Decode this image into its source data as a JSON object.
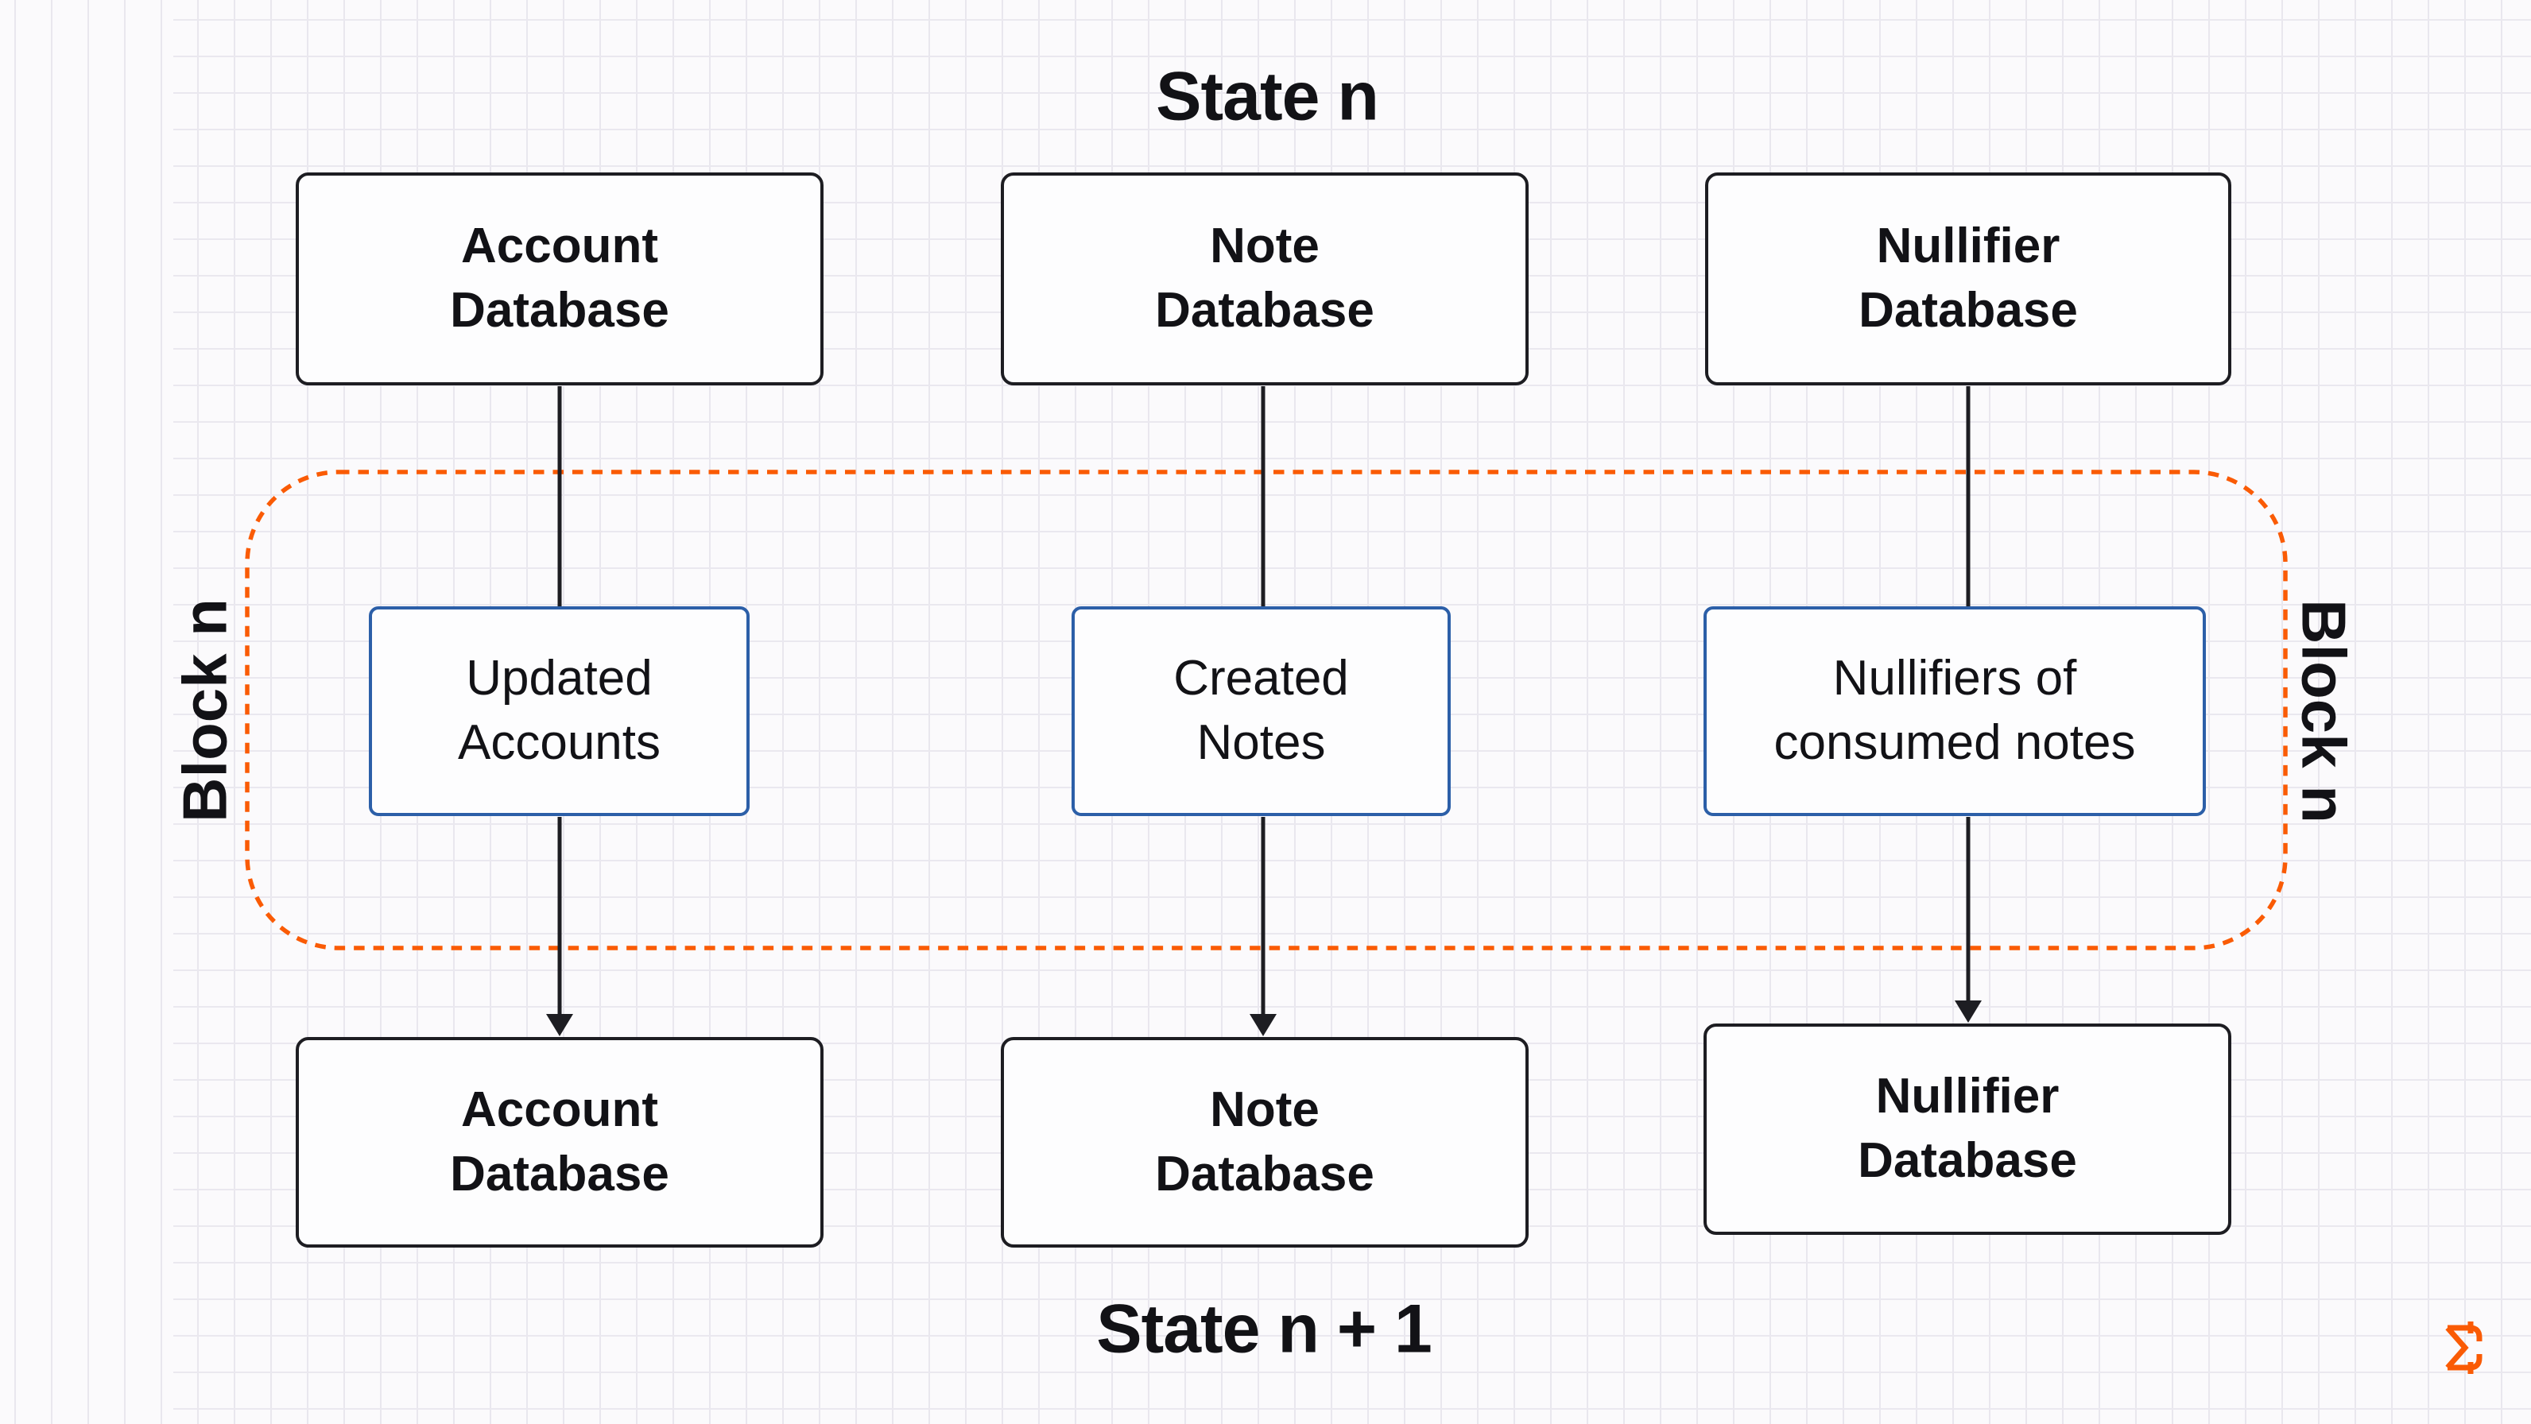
{
  "titles": {
    "top": "State n",
    "bottom": "State n + 1"
  },
  "block": {
    "left_label": "Block n",
    "right_label": "Block n"
  },
  "columns": [
    {
      "top": "Account\nDatabase",
      "middle": "Updated\nAccounts",
      "bottom": "Account\nDatabase"
    },
    {
      "top": "Note\nDatabase",
      "middle": "Created\nNotes",
      "bottom": "Note\nDatabase"
    },
    {
      "top": "Nullifier\nDatabase",
      "middle": "Nullifiers of\nconsumed notes",
      "bottom": "Nullifier\nDatabase"
    }
  ],
  "icons": {
    "logo": "sigma-logo-icon"
  },
  "colors": {
    "background": "#FBFAFC",
    "grid_line": "#E9E7EE",
    "box_border_dark": "#1D1D22",
    "box_border_blue": "#2C5FA8",
    "block_outline_orange": "#FA5B05",
    "text": "#121216"
  }
}
